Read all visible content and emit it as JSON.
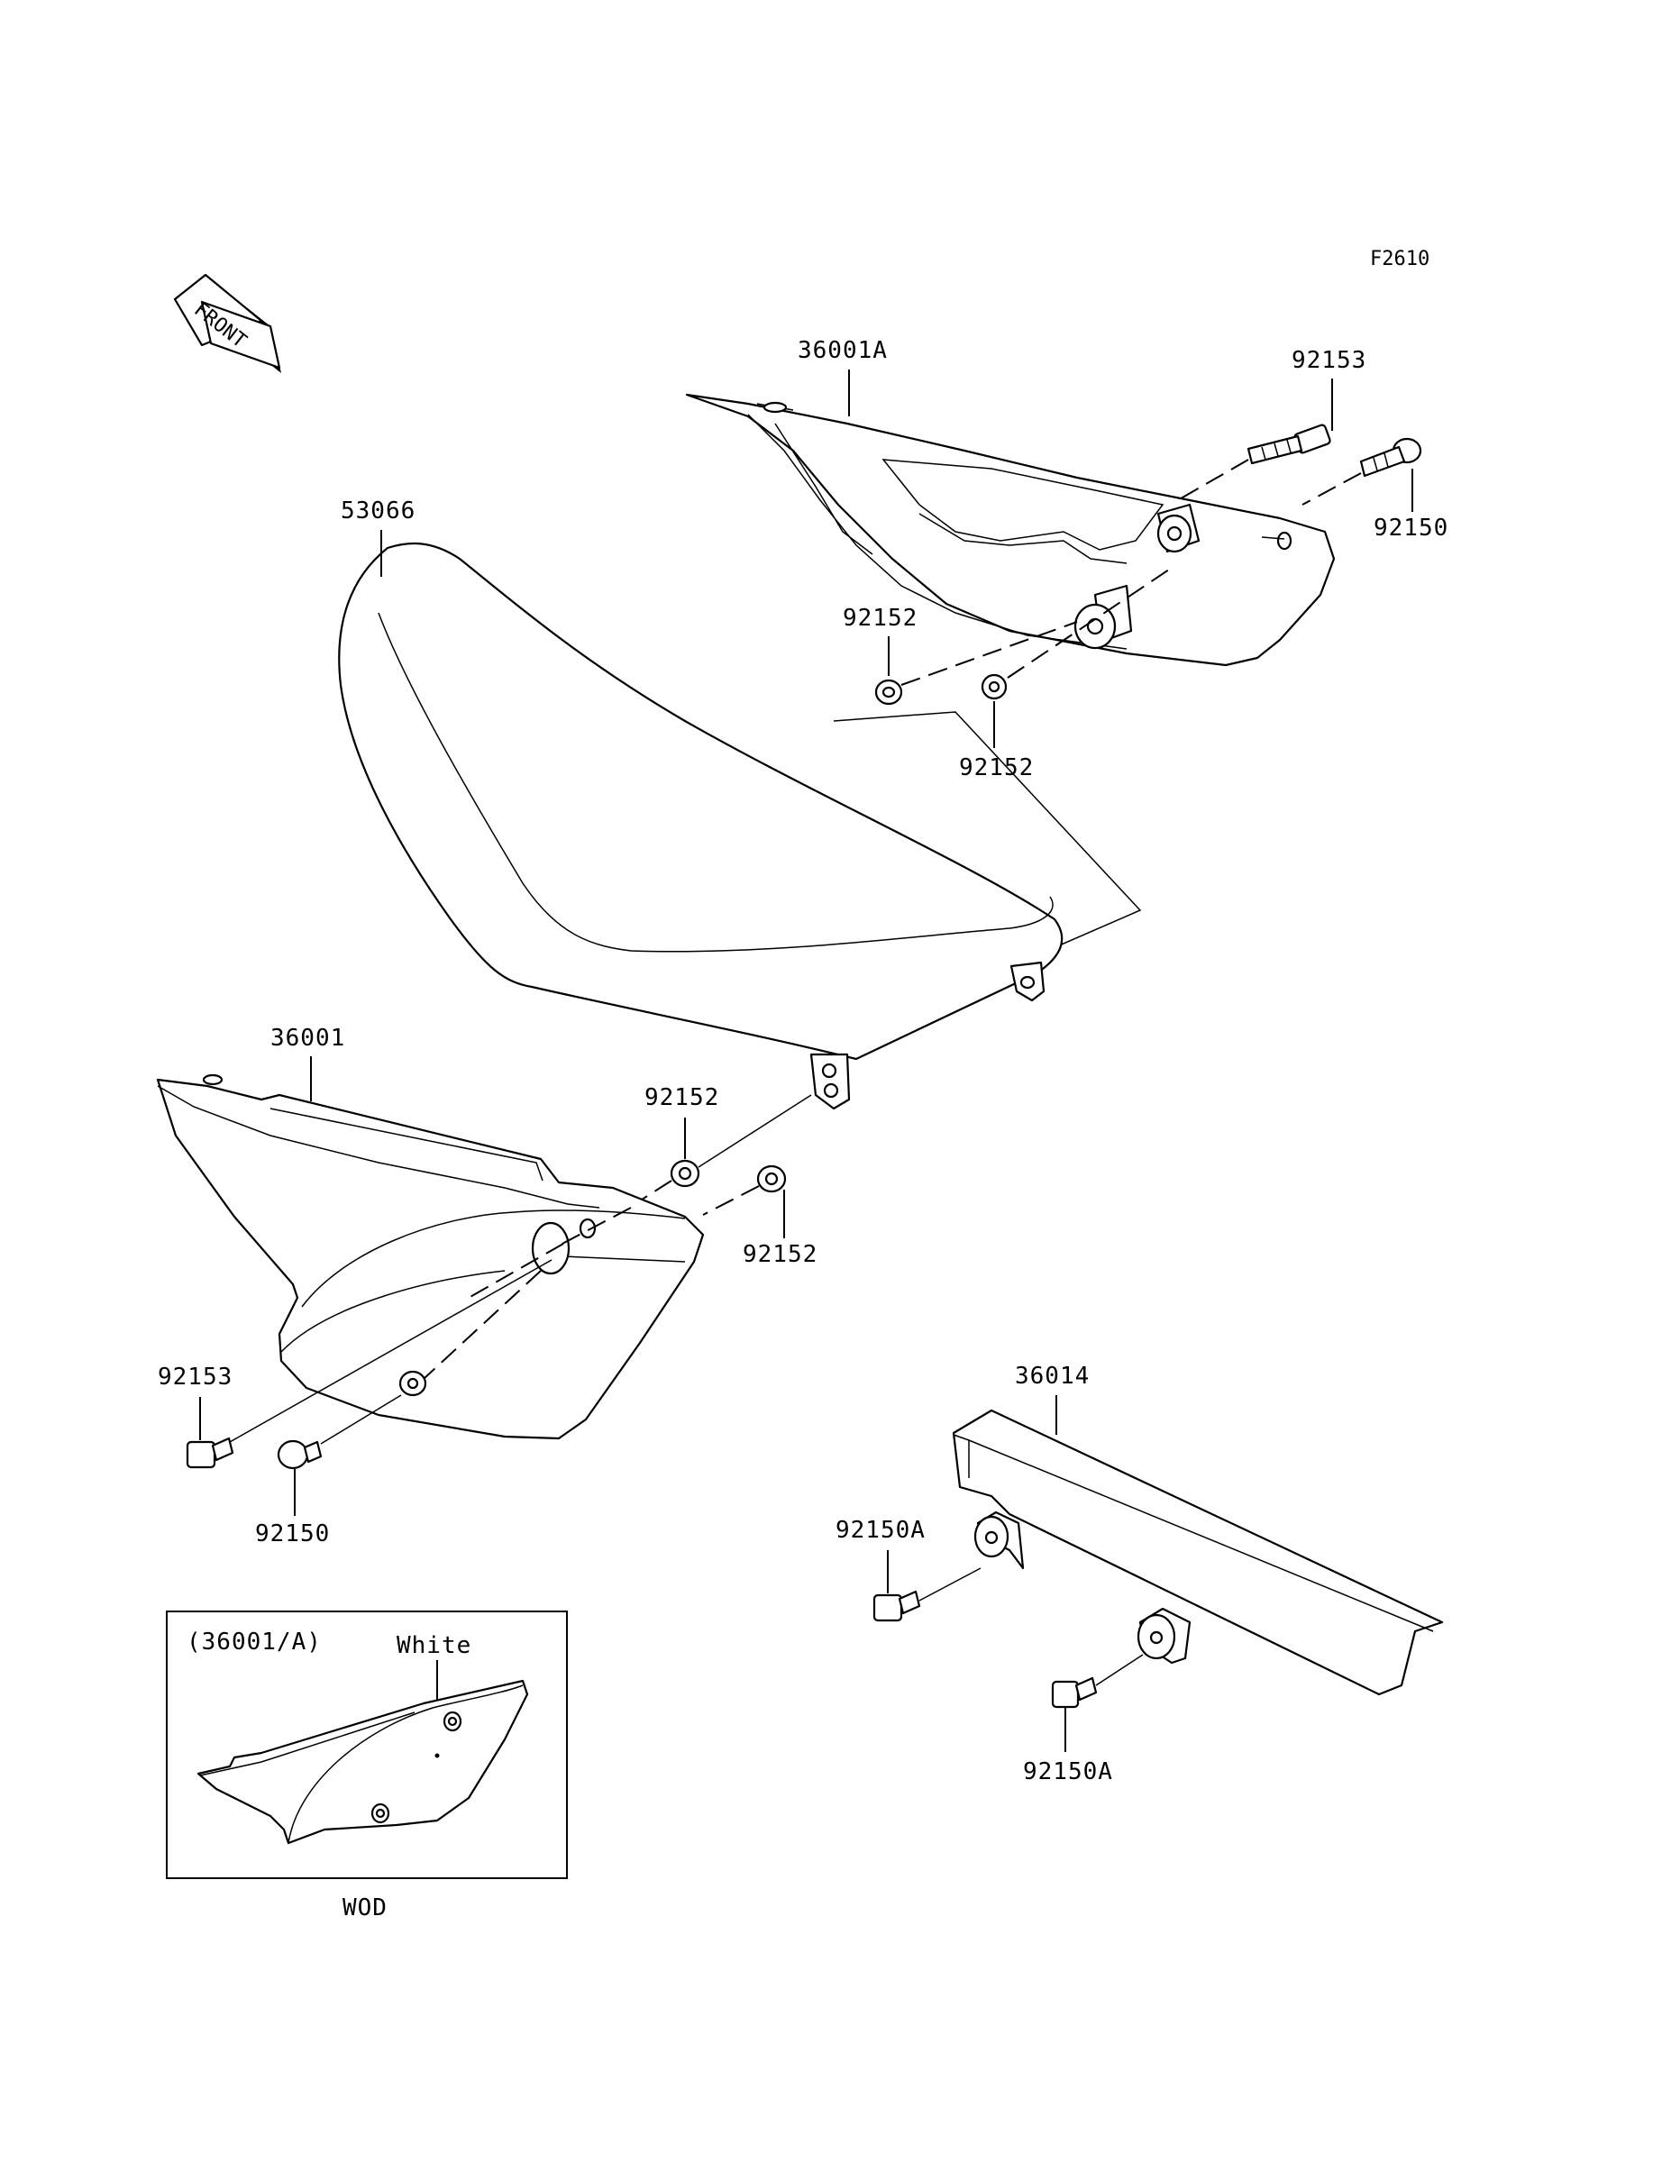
{
  "figure_code": "F2610",
  "front_label": "FRONT",
  "parts": {
    "side_cover_a": "36001A",
    "seat": "53066",
    "side_cover": "36001",
    "chain_cover": "36014",
    "bolt_92153_right": "92153",
    "bolt_92150_right": "92150",
    "bolt_92153_left": "92153",
    "bolt_92150_left": "92150",
    "grommet_92152_a": "92152",
    "grommet_92152_b": "92152",
    "grommet_92152_c": "92152",
    "grommet_92152_d": "92152",
    "bolt_92150A_top": "92150A",
    "bolt_92150A_bottom": "92150A"
  },
  "inset": {
    "header": "(36001/A)",
    "color_note": "White",
    "caption": "WOD"
  }
}
